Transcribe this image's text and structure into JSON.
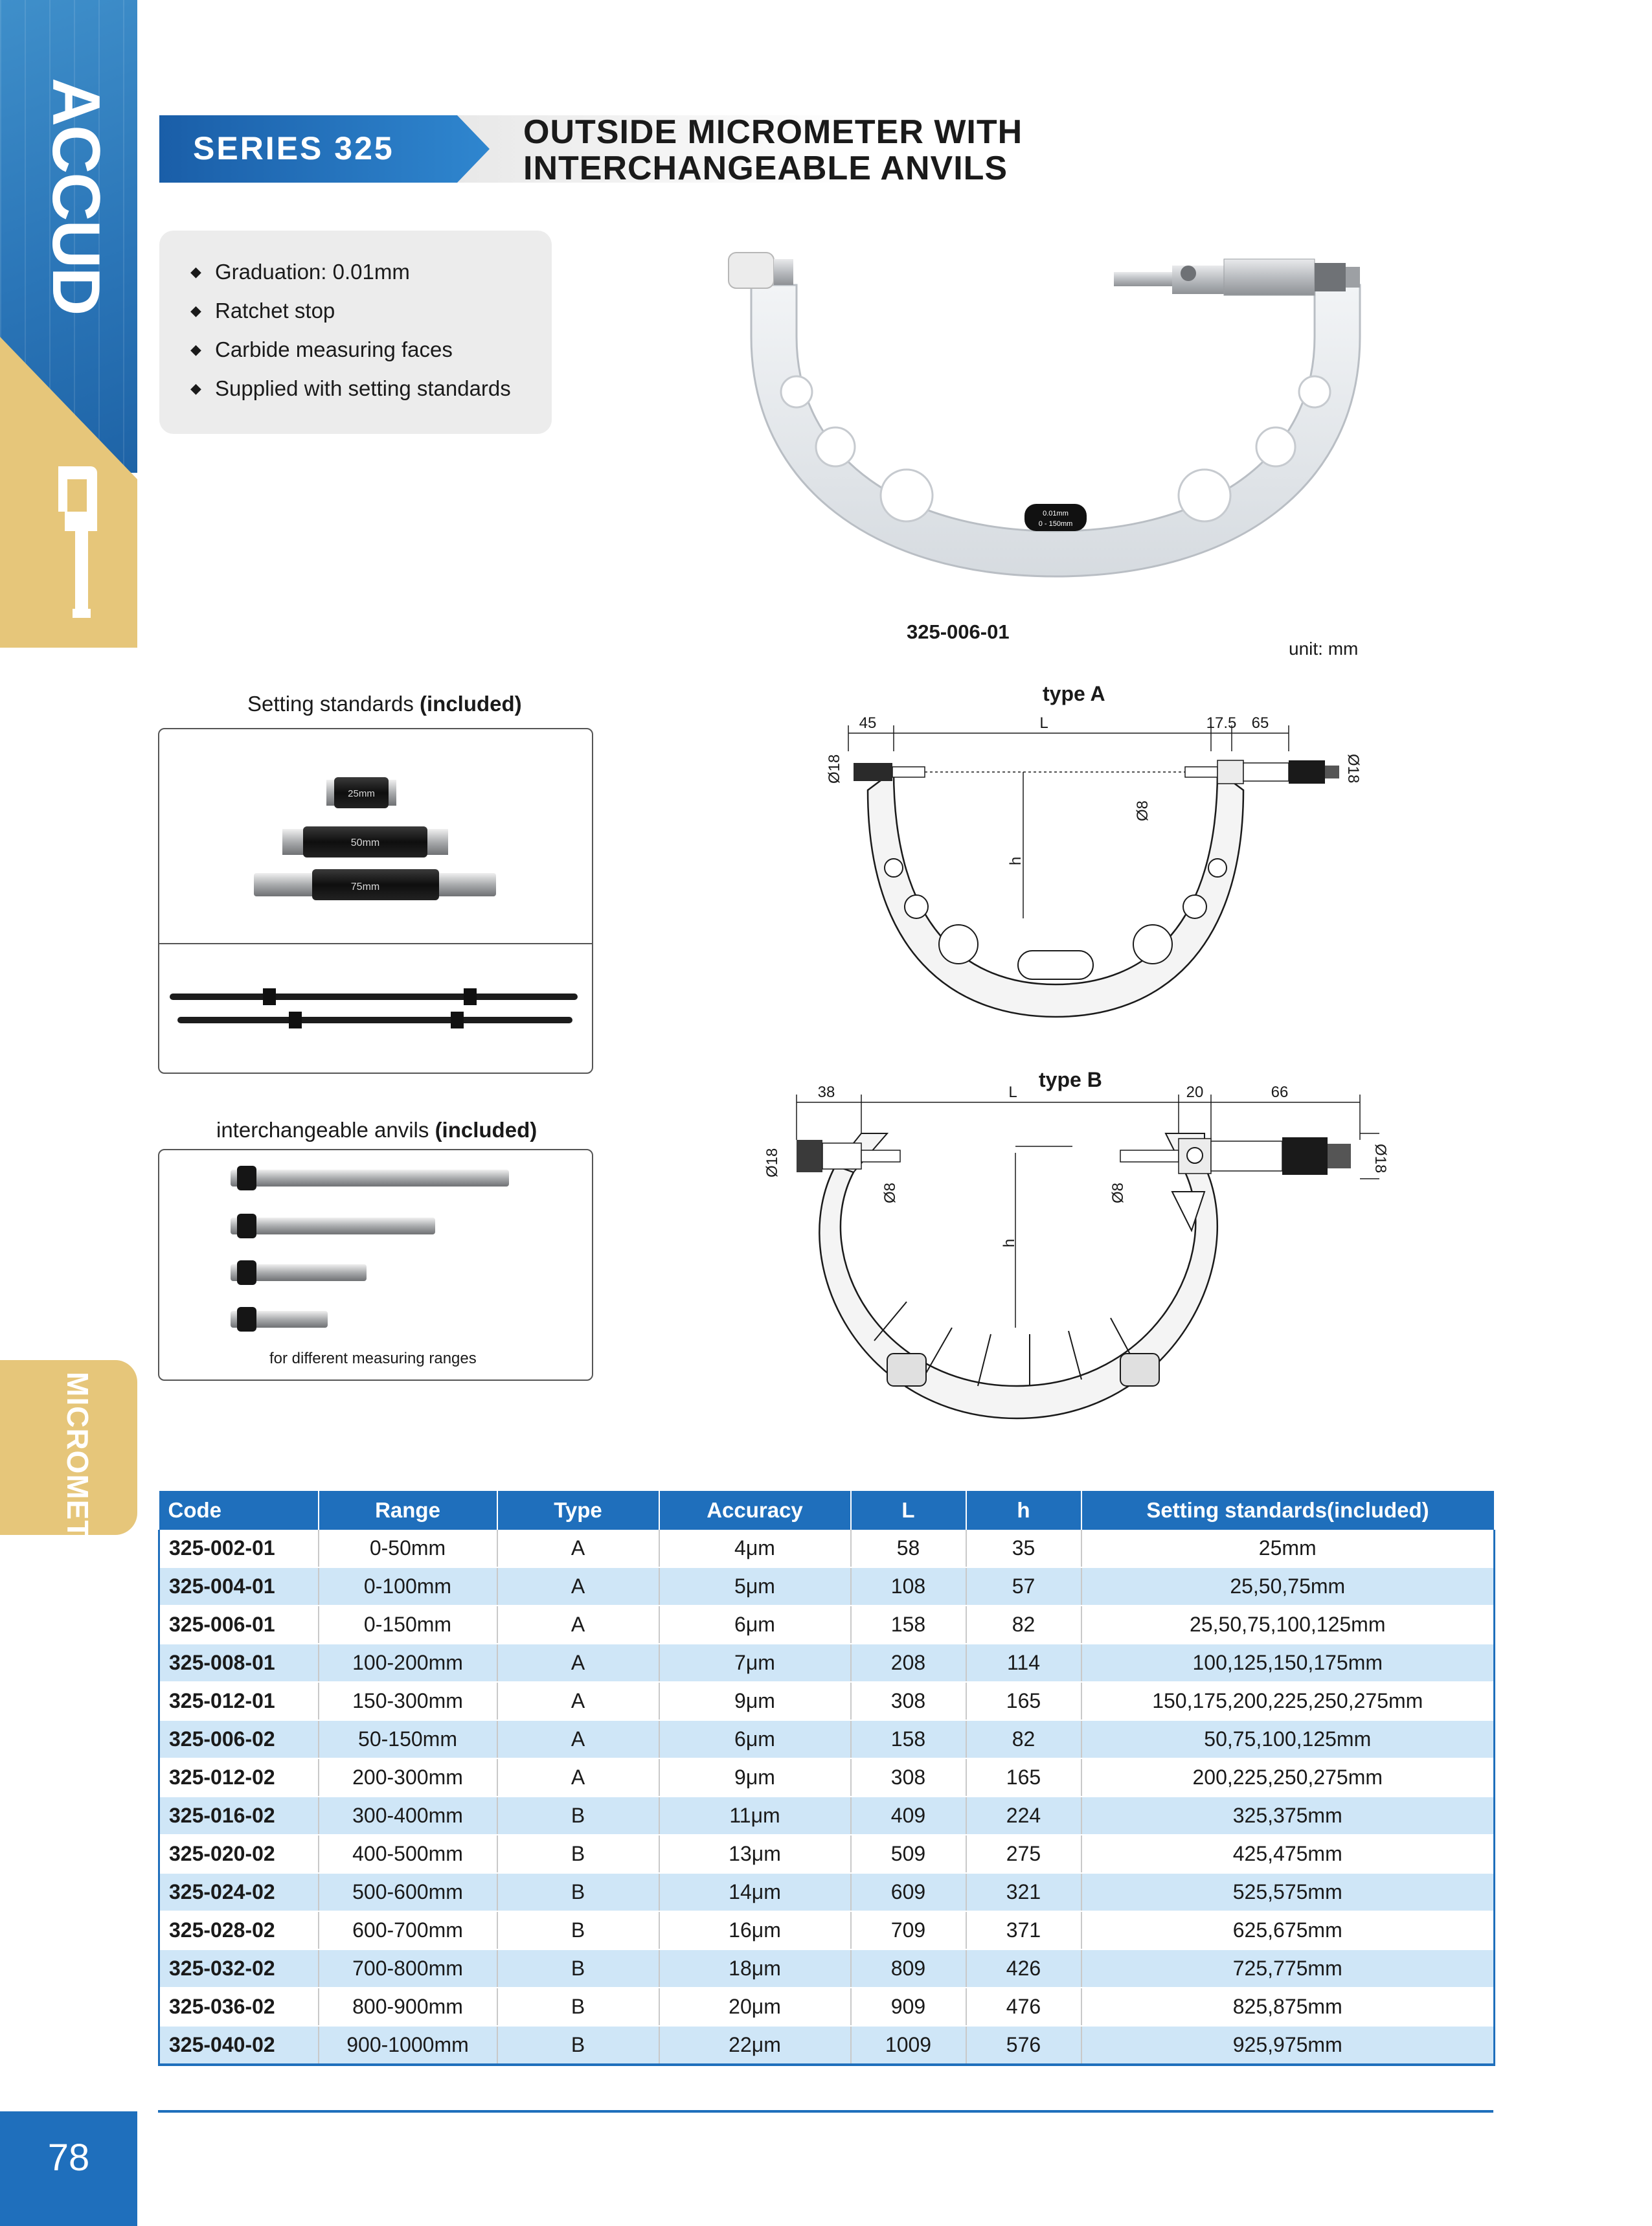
{
  "brand": {
    "logo_text": "ACCUD",
    "section_tab": "MICROMETER",
    "page_number": "78"
  },
  "header": {
    "series": "SERIES 325",
    "title_line1": "OUTSIDE MICROMETER WITH",
    "title_line2": "INTERCHANGEABLE ANVILS"
  },
  "features": [
    "Graduation: 0.01mm",
    "Ratchet stop",
    "Carbide measuring faces",
    "Supplied with setting standards"
  ],
  "product": {
    "code": "325-006-01",
    "badge_line1": "0.01mm",
    "badge_line2": "0 - 150mm",
    "unit_note": "unit: mm"
  },
  "setting_standards": {
    "caption_main": "Setting standards",
    "caption_bold": "(included)",
    "labels": [
      "25mm",
      "50mm",
      "75mm"
    ]
  },
  "anvils": {
    "caption_main": "interchangeable anvils",
    "caption_bold": "(included)",
    "note": "for different measuring ranges"
  },
  "diagram_a": {
    "type_label": "type A",
    "dims": {
      "left": "45",
      "length": "L",
      "mid": "17.5",
      "right": "65",
      "dia_left": "Ø18",
      "dia_right": "Ø18",
      "dia_spindle": "Ø8",
      "height": "h"
    }
  },
  "diagram_b": {
    "type_label": "type B",
    "dims": {
      "left": "38",
      "length": "L",
      "mid": "20",
      "right": "66",
      "dia_left": "Ø18",
      "dia_right": "Ø18",
      "dia_anvil": "Ø8",
      "dia_spindle": "Ø8",
      "height": "h"
    }
  },
  "table": {
    "headers": [
      "Code",
      "Range",
      "Type",
      "Accuracy",
      "L",
      "h",
      "Setting standards(included)"
    ],
    "rows": [
      [
        "325-002-01",
        "0-50mm",
        "A",
        "4μm",
        "58",
        "35",
        "25mm"
      ],
      [
        "325-004-01",
        "0-100mm",
        "A",
        "5μm",
        "108",
        "57",
        "25,50,75mm"
      ],
      [
        "325-006-01",
        "0-150mm",
        "A",
        "6μm",
        "158",
        "82",
        "25,50,75,100,125mm"
      ],
      [
        "325-008-01",
        "100-200mm",
        "A",
        "7μm",
        "208",
        "114",
        "100,125,150,175mm"
      ],
      [
        "325-012-01",
        "150-300mm",
        "A",
        "9μm",
        "308",
        "165",
        "150,175,200,225,250,275mm"
      ],
      [
        "325-006-02",
        "50-150mm",
        "A",
        "6μm",
        "158",
        "82",
        "50,75,100,125mm"
      ],
      [
        "325-012-02",
        "200-300mm",
        "A",
        "9μm",
        "308",
        "165",
        "200,225,250,275mm"
      ],
      [
        "325-016-02",
        "300-400mm",
        "B",
        "11μm",
        "409",
        "224",
        "325,375mm"
      ],
      [
        "325-020-02",
        "400-500mm",
        "B",
        "13μm",
        "509",
        "275",
        "425,475mm"
      ],
      [
        "325-024-02",
        "500-600mm",
        "B",
        "14μm",
        "609",
        "321",
        "525,575mm"
      ],
      [
        "325-028-02",
        "600-700mm",
        "B",
        "16μm",
        "709",
        "371",
        "625,675mm"
      ],
      [
        "325-032-02",
        "700-800mm",
        "B",
        "18μm",
        "809",
        "426",
        "725,775mm"
      ],
      [
        "325-036-02",
        "800-900mm",
        "B",
        "20μm",
        "909",
        "476",
        "825,875mm"
      ],
      [
        "325-040-02",
        "900-1000mm",
        "B",
        "22μm",
        "1009",
        "576",
        "925,975mm"
      ]
    ]
  },
  "colors": {
    "brand_blue": "#1f6fbc",
    "gold": "#e6c67a",
    "row_alt": "#cfe6f7"
  }
}
